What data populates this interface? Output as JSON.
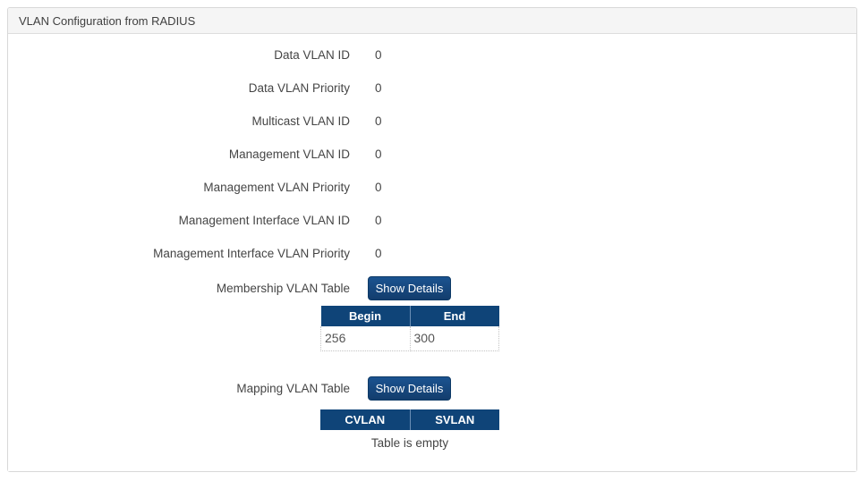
{
  "panel": {
    "title": "VLAN Configuration from RADIUS"
  },
  "fields": [
    {
      "label": "Data VLAN ID",
      "value": "0"
    },
    {
      "label": "Data VLAN Priority",
      "value": "0"
    },
    {
      "label": "Multicast VLAN ID",
      "value": "0"
    },
    {
      "label": "Management VLAN ID",
      "value": "0"
    },
    {
      "label": "Management VLAN Priority",
      "value": "0"
    },
    {
      "label": "Management Interface VLAN ID",
      "value": "0"
    },
    {
      "label": "Management Interface VLAN Priority",
      "value": "0"
    }
  ],
  "membership": {
    "label": "Membership VLAN Table",
    "button_label": "Show Details",
    "table": {
      "headers": [
        "Begin",
        "End"
      ],
      "rows": [
        [
          "256",
          "300"
        ]
      ]
    }
  },
  "mapping": {
    "label": "Mapping VLAN Table",
    "button_label": "Show Details",
    "table": {
      "headers": [
        "CVLAN",
        "SVLAN"
      ],
      "rows": []
    },
    "empty_text": "Table is empty"
  },
  "colors": {
    "accent_navy": "#0f4478",
    "button_navy": "#133d6d",
    "header_bg": "#f5f5f5",
    "panel_border": "#d8d8d8",
    "text": "#454545"
  }
}
